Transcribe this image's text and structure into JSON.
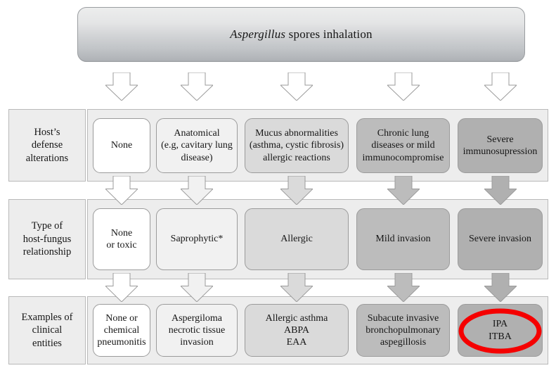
{
  "banner": {
    "italic_word": "Aspergillus",
    "rest": " spores inhalation"
  },
  "colors": {
    "panel_bg": "#ededed",
    "panel_border": "#b9b9b9",
    "node_border": "#9b9b9b",
    "col1": "#ffffff",
    "col2": "#f1f1f1",
    "col3": "#dadada",
    "col4": "#bcbcbc",
    "col5": "#b0b0b0",
    "highlight_red": "#f50000",
    "text": "#161616"
  },
  "rows": [
    {
      "label": "Host’s\ndefense\nalterations",
      "label_lines": [
        "Host’s",
        "defense",
        "alterations"
      ],
      "nodes": [
        {
          "lines": [
            "None"
          ],
          "shade": "col1"
        },
        {
          "lines": [
            "Anatomical",
            "(e.g, cavitary lung",
            "disease)"
          ],
          "shade": "col2"
        },
        {
          "lines": [
            "Mucus abnormalities",
            "(asthma, cystic fibrosis)",
            "allergic reactions"
          ],
          "shade": "col3"
        },
        {
          "lines": [
            "Chronic lung",
            "diseases or mild",
            "immunocompromise"
          ],
          "shade": "col4"
        },
        {
          "lines": [
            "Severe",
            "immunosupression"
          ],
          "shade": "col5"
        }
      ]
    },
    {
      "label": "Type of\nhost-fungus\nrelationship",
      "label_lines": [
        "Type of",
        "host-fungus",
        "relationship"
      ],
      "nodes": [
        {
          "lines": [
            "None",
            "or toxic"
          ],
          "shade": "col1"
        },
        {
          "lines": [
            "Saprophytic*"
          ],
          "shade": "col2"
        },
        {
          "lines": [
            "Allergic"
          ],
          "shade": "col3"
        },
        {
          "lines": [
            "Mild invasion"
          ],
          "shade": "col4"
        },
        {
          "lines": [
            "Severe invasion"
          ],
          "shade": "col5"
        }
      ]
    },
    {
      "label": "Examples of\nclinical\nentities",
      "label_lines": [
        "Examples of",
        "clinical",
        "entities"
      ],
      "nodes": [
        {
          "lines": [
            "None or",
            "chemical",
            "pneumonitis"
          ],
          "shade": "col1"
        },
        {
          "lines": [
            "Aspergiloma",
            "necrotic tissue",
            "invasion"
          ],
          "shade": "col2"
        },
        {
          "lines": [
            "Allergic asthma",
            "ABPA",
            "EAA"
          ],
          "shade": "col3"
        },
        {
          "lines": [
            "Subacute invasive",
            "bronchopulmonary",
            "aspegillosis"
          ],
          "shade": "col4"
        },
        {
          "lines": [
            "IPA",
            "ITBA"
          ],
          "shade": "col5",
          "highlighted": true
        }
      ]
    }
  ],
  "arrow_rows": [
    {
      "name": "banner-to-row1",
      "shades": [
        "white",
        "white",
        "white",
        "white",
        "white"
      ]
    },
    {
      "name": "row1-to-row2",
      "shades": [
        "col1",
        "col2",
        "col3",
        "col4",
        "col5"
      ]
    },
    {
      "name": "row2-to-row3",
      "shades": [
        "col1",
        "col2",
        "col3",
        "col4",
        "col5"
      ]
    }
  ]
}
